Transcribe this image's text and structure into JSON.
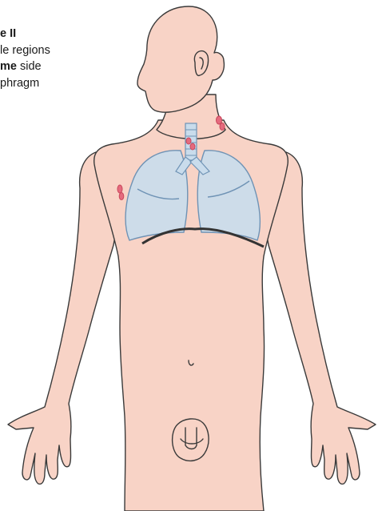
{
  "caption": {
    "title_fragment": "e II",
    "line1": "le regions",
    "line2_bold": "me",
    "line2_rest": " side",
    "line3": "phragm"
  },
  "colors": {
    "skin": "#f8d3c6",
    "skin_outline": "#3a3a3a",
    "lung_fill": "#c9dcec",
    "lung_outline": "#6f93b5",
    "diaphragm": "#333333",
    "lymph_node": "#e56b7e"
  },
  "figure": {
    "subject": "human-figure-front-view",
    "highlighted_regions": [
      "neck-lymph-node",
      "axillary-lymph-node",
      "mediastinal-lymph-node"
    ]
  }
}
